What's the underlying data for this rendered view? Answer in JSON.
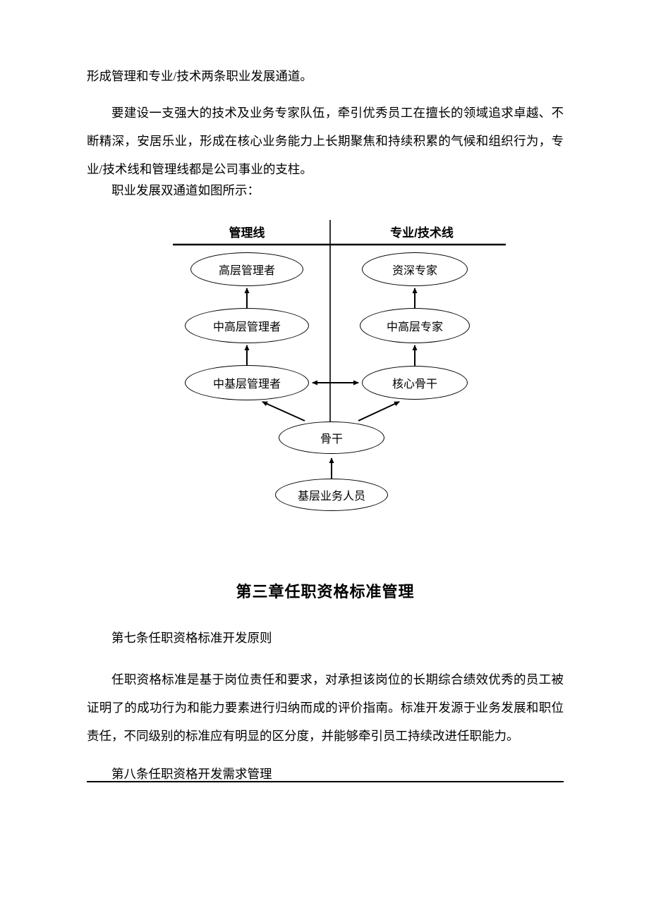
{
  "document": {
    "para_intro": "形成管理和专业/技术两条职业发展通道。",
    "para_build": "要建设一支强大的技术及业务专家队伍，牵引优秀员工在擅长的领域追求卓越、不断精深，安居乐业，形成在核心业务能力上长期聚焦和持续积累的气候和组织行为，专业/技术线和管理线都是公司事业的支柱。",
    "para_caption": "职业发展双通道如图所示：",
    "chapter_heading": "第三章任职资格标准管理",
    "article7_heading": "第七条任职资格标准开发原则",
    "article7_body": "任职资格标准是基于岗位责任和要求，对承担该岗位的长期综合绩效优秀的员工被证明了的成功行为和能力要素进行归纳而成的评价指南。标准开发源于业务发展和职位责任，不同级别的标准应有明显的区分度，并能够牵引员工持续改进任职能力。",
    "article8_heading": "第八条任职资格开发需求管理"
  },
  "diagram": {
    "left_header": "管理线",
    "right_header": "专业/技术线",
    "nodes": {
      "top_manager": "高层管理者",
      "mid_high_manager": "中高层管理者",
      "mid_base_manager": "中基层管理者",
      "senior_expert": "资深专家",
      "mid_high_expert": "中高层专家",
      "core_backbone": "核心骨干",
      "backbone": "骨干",
      "base_staff": "基层业务人员"
    }
  }
}
